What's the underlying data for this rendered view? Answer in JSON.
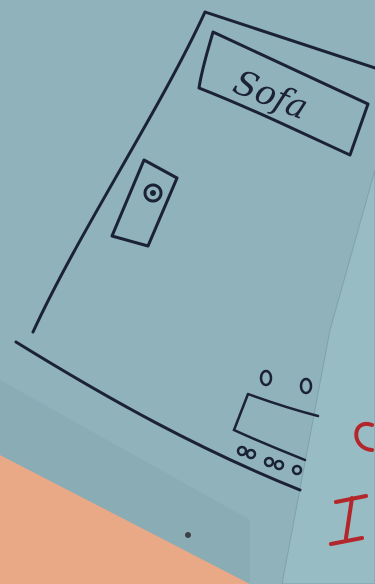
{
  "scene": {
    "description_free": true,
    "door_sign": {
      "label": "Sofa"
    },
    "colors": {
      "paper": "#8fb2bb",
      "paper_right": "#98bcc4",
      "background": "#e9a886",
      "ink": "#1c2236",
      "red_ink": "#b3262b"
    },
    "icons": [
      "door-drawing",
      "doorknob-icon",
      "sofa-drawing"
    ]
  }
}
